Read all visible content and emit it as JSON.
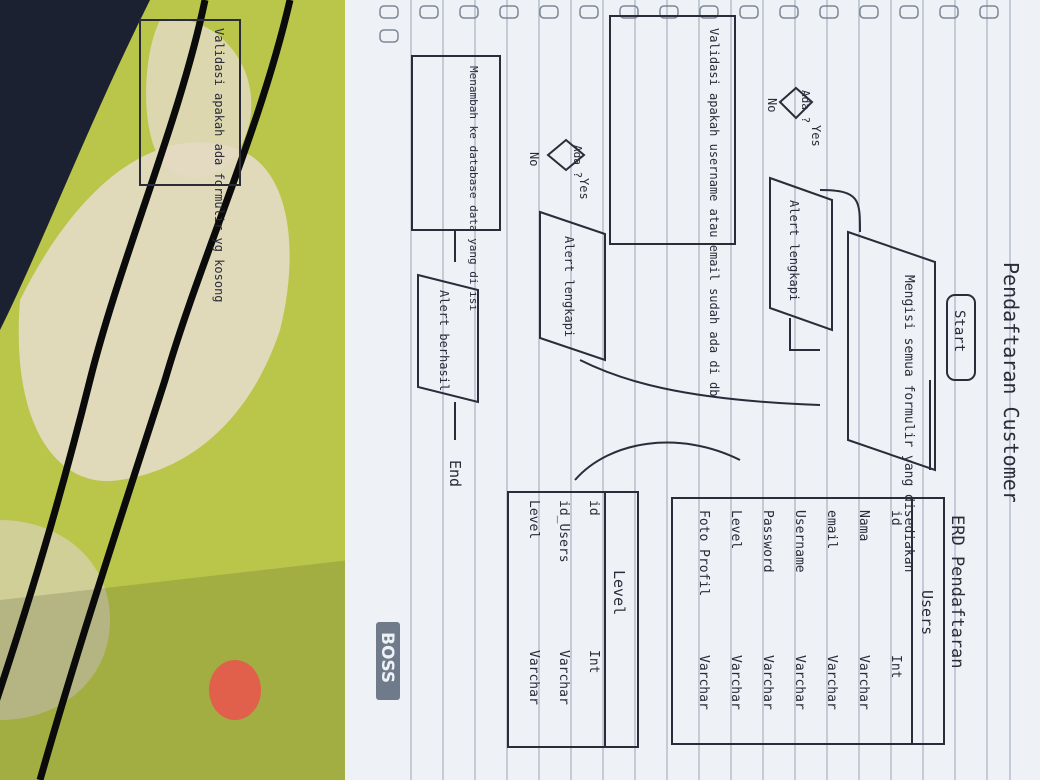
{
  "image": {
    "subject": "Handwritten notebook page (rotated 90°) with a flowchart and ERD",
    "colors": {
      "fabric_green": "#b9c64a",
      "fabric_cream": "#e6dcc6",
      "paper": "#eef1f6",
      "rule_line": "#8f9db0",
      "ink": "#2a2c3a",
      "cable": "#0b0b0b",
      "dark_fabric": "#1b2130"
    }
  },
  "notebook": {
    "page_title": "Pendaftaran Customer",
    "flowchart": {
      "start": "Start",
      "step_isi_form": "Mengisi semua formulir yang disediakan",
      "step_validasi_form": "Validasi apakah ada formulir yg kosong",
      "decision_ada_1": "Ada ?",
      "yes_1": "Yes",
      "no_1": "No",
      "alert_lengkapi": "Alert lengkapi",
      "step_validasi_username": "Validasi apakah username atau email sudah ada di db",
      "decision_ada_2": "Ada ?",
      "yes_2": "Yes",
      "no_2": "No",
      "alert_2": "Alert lengkapi",
      "step_menambah": "Menambah ke database data yang di isi",
      "alert_berhasil": "Alert berhasil",
      "end": "End"
    },
    "erd": {
      "title": "ERD Pendaftaran",
      "users_table": {
        "name": "Users",
        "rows": [
          {
            "field": "id",
            "type": "Int"
          },
          {
            "field": "Nama",
            "type": "Varchar"
          },
          {
            "field": "email",
            "type": "Varchar"
          },
          {
            "field": "Username",
            "type": "Varchar"
          },
          {
            "field": "Password",
            "type": "Varchar"
          },
          {
            "field": "Level",
            "type": "Varchar"
          },
          {
            "field": "Foto Profil",
            "type": "Varchar"
          }
        ]
      },
      "level_table": {
        "name": "Level",
        "rows": [
          {
            "field": "id",
            "type": "Int"
          },
          {
            "field": "id_Users",
            "type": "Varchar"
          },
          {
            "field": "Level",
            "type": "Varchar"
          }
        ]
      }
    },
    "logo_text": "BOSS"
  }
}
